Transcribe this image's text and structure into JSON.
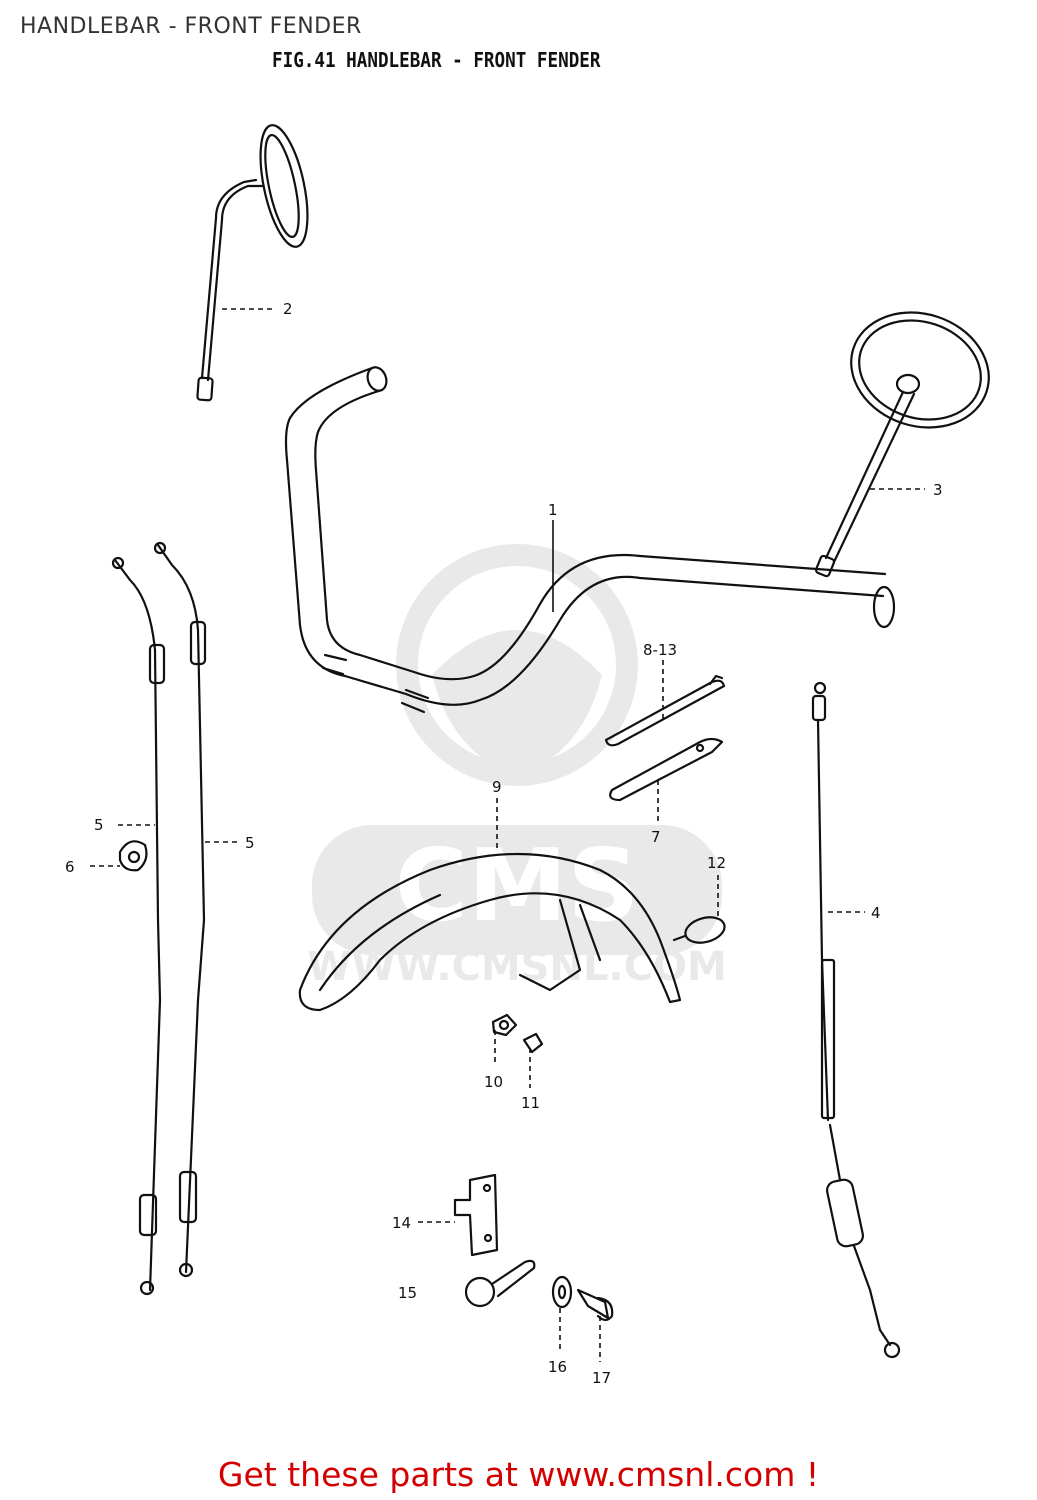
{
  "header": {
    "page_heading": "HANDLEBAR - FRONT FENDER"
  },
  "figure": {
    "title": "FIG.41  HANDLEBAR - FRONT FENDER"
  },
  "watermark": {
    "logo_text": "CMS",
    "url_text": "WWW.CMSNL.COM"
  },
  "callouts": {
    "c1": "1",
    "c2": "2",
    "c3": "3",
    "c4": "4",
    "c5a": "5",
    "c5b": "5",
    "c6": "6",
    "c7": "7",
    "c8_13": "8-13",
    "c9": "9",
    "c10": "10",
    "c11": "11",
    "c12": "12",
    "c14": "14",
    "c15": "15",
    "c16": "16",
    "c17": "17"
  },
  "footer": {
    "link_text": "Get these parts at www.cmsnl.com !"
  },
  "colors": {
    "line": "#111111",
    "footer": "#d40000",
    "watermark": "#888888"
  }
}
